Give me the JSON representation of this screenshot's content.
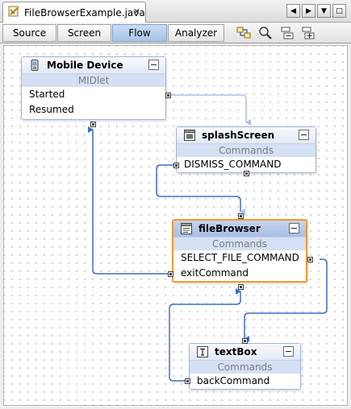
{
  "editor_tab": {
    "filename": "FileBrowserExample.java",
    "close_glyph": "✕"
  },
  "nav_buttons": [
    {
      "glyph": "◀"
    },
    {
      "glyph": "▶"
    },
    {
      "glyph": "▼"
    },
    {
      "glyph": "□"
    }
  ],
  "toolbar": {
    "views": [
      {
        "label": "Source",
        "active": false
      },
      {
        "label": "Screen",
        "active": false
      },
      {
        "label": "Flow",
        "active": true
      },
      {
        "label": "Analyzer",
        "active": false
      }
    ],
    "tools": [
      "layout-icon",
      "zoom-icon",
      "collapse-all-icon",
      "expand-all-icon"
    ]
  },
  "nodes": {
    "mobile_device": {
      "title": "Mobile Device",
      "subtitle": "MIDlet",
      "items": [
        "Started",
        "Resumed"
      ],
      "icon": "mobile-device-icon"
    },
    "splash_screen": {
      "title": "splashScreen",
      "subtitle": "Commands",
      "items": [
        "DISMISS_COMMAND"
      ],
      "icon": "splash-screen-icon"
    },
    "file_browser": {
      "title": "fileBrowser",
      "subtitle": "Commands",
      "items": [
        "SELECT_FILE_COMMAND",
        "exitCommand"
      ],
      "icon": "file-browser-icon",
      "selected": true
    },
    "text_box": {
      "title": "textBox",
      "subtitle": "Commands",
      "items": [
        "backCommand"
      ],
      "icon": "text-box-icon"
    }
  },
  "colors": {
    "wire": "#3d6fc4",
    "wire_light": "#a9c1e8",
    "selection": "#f09a2a",
    "node_border": "#9fb3d6",
    "subheader": "#d6e0f4"
  }
}
